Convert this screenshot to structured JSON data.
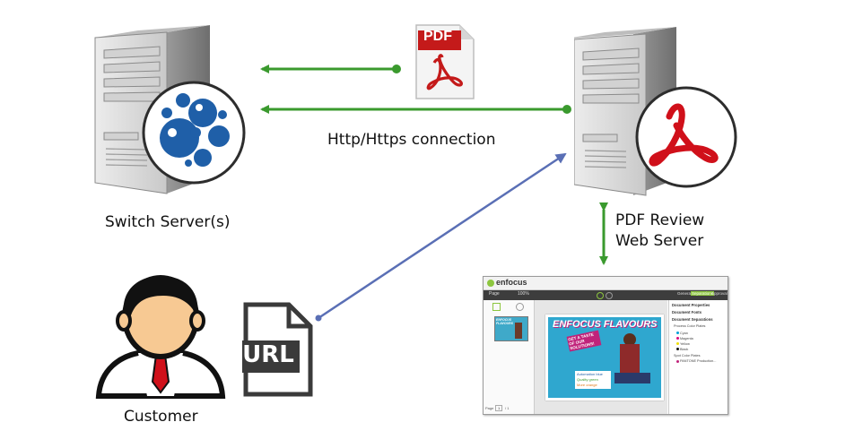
{
  "labels": {
    "switch_server": "Switch Server(s)",
    "connection": "Http/Https connection",
    "review_server_line1": "PDF Review",
    "review_server_line2": "Web Server",
    "customer": "Customer"
  },
  "pdf_file_icon": {
    "text": "PDF"
  },
  "url_file_icon": {
    "text": "URL"
  },
  "review_app_screenshot": {
    "brand": "enfocus",
    "toolbar_left": "Page",
    "toolbar_zoom": "100%",
    "tab_general": "General",
    "tab_separations": "Separations",
    "tab_approval": "Approval",
    "panel_properties": "Document Properties",
    "panel_fonts": "Document Fonts",
    "panel_separations": "Document Separations",
    "panel_process": "Process Color Plates",
    "separations": [
      "Cyan",
      "Magenta",
      "Yellow",
      "Black"
    ],
    "panel_spot": "Spot Color Plates",
    "spot_item": "PANTONE Production...",
    "poster_title": "ENFOCUS FLAVOURS",
    "poster_badge": "GET A TASTE OF OUR SOLUTIONS!",
    "thumb_title": "ENFOCUS FLAVOURS",
    "poster_items": [
      "Automation blue",
      "Quality green",
      "More orange"
    ],
    "page_label": "Page",
    "page_number": "1",
    "page_total": "/ 1"
  },
  "colors": {
    "green_arrow": "#3a9a2e",
    "blue_arrow": "#5a6fb5",
    "switch_blue": "#1f5fa8",
    "acrobat_red": "#d0101a",
    "server_grey": "#d9d9d9",
    "brand_green": "#8dc63f"
  },
  "icons": [
    "server-icon",
    "switch-logo-icon",
    "pdf-file-icon",
    "acrobat-logo-icon",
    "customer-person-icon",
    "url-file-icon"
  ]
}
